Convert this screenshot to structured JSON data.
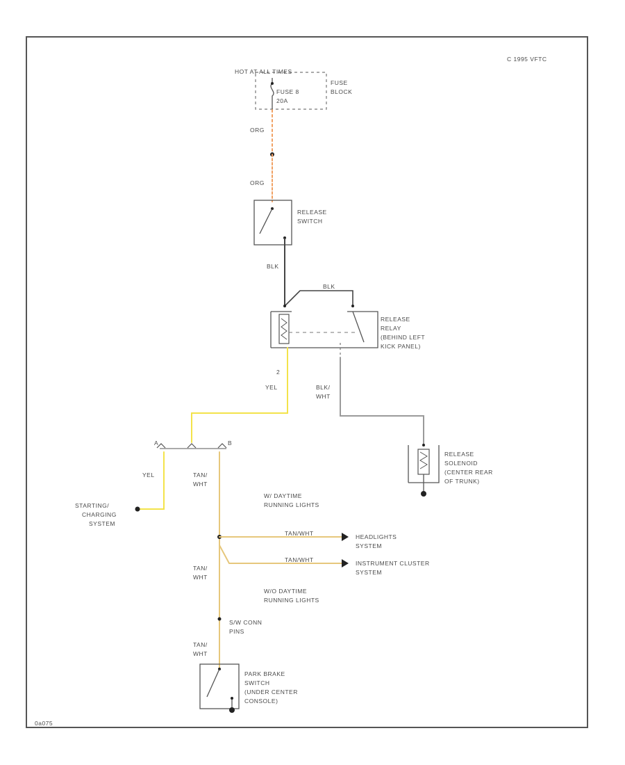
{
  "copyright": "C 1995 VFTC",
  "diagram_id": "0a075",
  "colors": {
    "org_wire": "#f0a062",
    "blk_wire": "#444444",
    "blk_wht_wire": "#9a9a9a",
    "yel_wire": "#f3e34a",
    "tan_wht_wire": "#e6c77c",
    "frame": "#555555"
  },
  "fuse_block": {
    "hot_at": "HOT AT ALL TIMES",
    "fuse": [
      "FUSE 8",
      "20A"
    ],
    "name": [
      "FUSE",
      "BLOCK"
    ]
  },
  "wires": {
    "org_upper": "ORG",
    "org_lower": "ORG",
    "blk": "BLK",
    "relay_top": "BLK",
    "yel_right": "YEL",
    "yel_left": "YEL",
    "blk_wht": [
      "BLK/",
      "WHT"
    ],
    "tan_wht_1": [
      "TAN/",
      "WHT"
    ],
    "tan_wht_2": [
      "TAN/",
      "WHT"
    ],
    "tan_wht_3": [
      "TAN/",
      "WHT"
    ],
    "tan_wht_branch_1": "TAN/WHT",
    "tan_wht_branch_2": "TAN/WHT"
  },
  "release_switch": [
    "RELEASE",
    "SWITCH"
  ],
  "release_relay": [
    "RELEASE",
    "RELAY",
    "(BEHIND LEFT",
    "KICK PANEL)"
  ],
  "release_solenoid": [
    "RELEASE",
    "SOLENOID",
    "(CENTER REAR",
    "OF TRUNK)"
  ],
  "starting_charging": [
    "STARTING/",
    "CHARGING",
    "SYSTEM"
  ],
  "with_drl": [
    "W/ DAYTIME",
    "RUNNING LIGHTS"
  ],
  "without_drl": [
    "W/O DAYTIME",
    "RUNNING LIGHTS"
  ],
  "headlights": [
    "HEADLIGHTS",
    "SYSTEM"
  ],
  "instrument_cluster": [
    "INSTRUMENT CLUSTER",
    "SYSTEM"
  ],
  "s_conn": [
    "S/W CONN",
    "PINS"
  ],
  "park_brake": [
    "PARK BRAKE",
    "SWITCH",
    "(UNDER CENTER",
    "CONSOLE)"
  ],
  "pin_labels": {
    "relay_pin": "2",
    "tan_pin_a": "A",
    "tan_pin_b": "B"
  }
}
